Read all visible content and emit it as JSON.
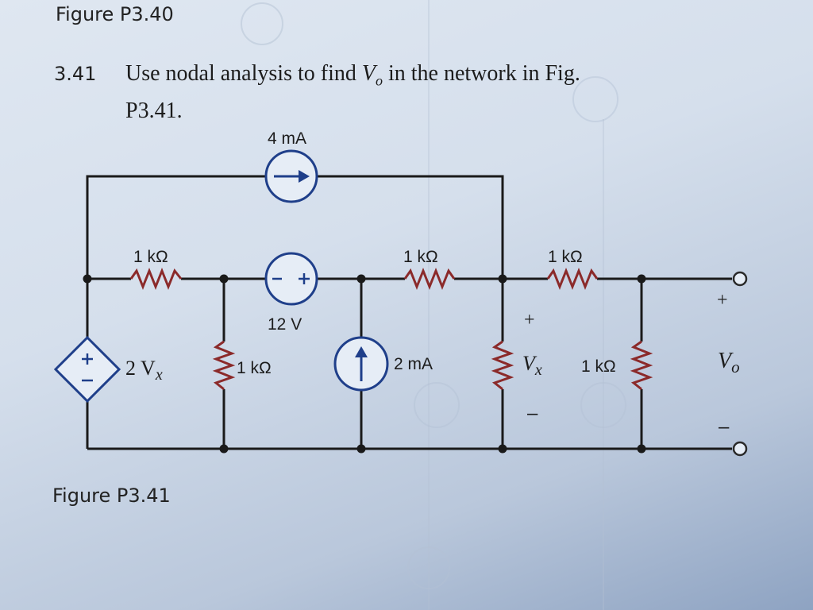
{
  "header": {
    "figure_title": "Figure P3.40"
  },
  "problem": {
    "number": "3.41",
    "text_part1": "Use nodal analysis to find ",
    "variable": "V",
    "variable_sub": "o",
    "text_part2": " in the network in Fig. P3.41."
  },
  "circuit": {
    "top_source_label": "4 mA",
    "r_top_left_label": "1 kΩ",
    "voltage_source_label": "12 V",
    "r_top_middle_label": "1 kΩ",
    "r_top_right_label": "1 kΩ",
    "dependent_source_label": "2 V",
    "dependent_source_sub": "x",
    "r_vertical_left_label": "1 kΩ",
    "current_source_label": "2 mA",
    "vx_label": "V",
    "vx_sub": "x",
    "vx_plus": "+",
    "vx_minus": "–",
    "r_vertical_right_label": "1 kΩ",
    "vo_label": "V",
    "vo_sub": "o",
    "vo_plus": "+",
    "vo_minus": "–"
  },
  "footer": {
    "figure_caption": "Figure P3.41"
  },
  "colors": {
    "wire": "#1a1a1a",
    "resistor": "#8b2a2a",
    "source": "#1f3f8a",
    "terminal": "#2a2a2a"
  }
}
